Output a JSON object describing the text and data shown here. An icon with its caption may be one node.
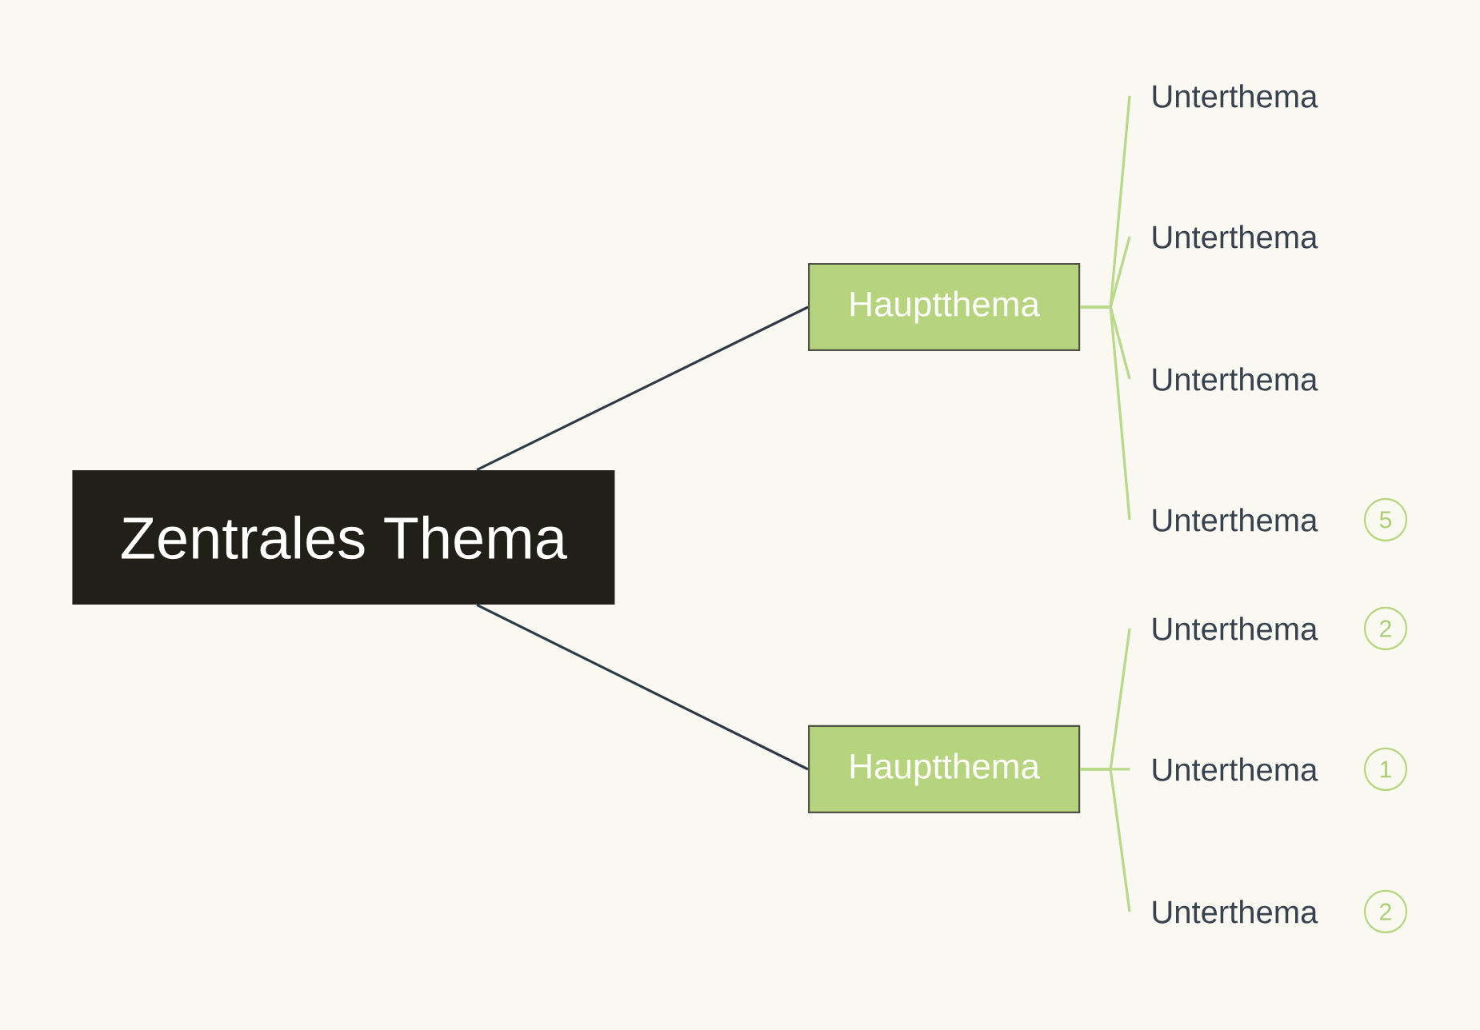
{
  "diagram": {
    "nodes": [
      {
        "text": [
          "Zentrales Thema"
        ]
      },
      {
        "text": [
          "Hauptthema"
        ]
      },
      {
        "text": [
          "Hauptthema"
        ]
      },
      {
        "text": [
          "Unterthema"
        ]
      },
      {
        "text": [
          "Unterthema"
        ]
      },
      {
        "text": [
          "Unterthema"
        ]
      },
      {
        "text": [
          "Unterthema"
        ],
        "beside": [
          "5"
        ]
      },
      {
        "text": [
          "Unterthema"
        ],
        "beside": [
          "2"
        ]
      },
      {
        "text": [
          "Unterthema"
        ],
        "beside": [
          "1"
        ]
      },
      {
        "text": [
          "Unterthema"
        ],
        "beside": [
          "2"
        ]
      }
    ],
    "edges": [
      {
        "from": 0,
        "to": 1,
        "arrow": "none",
        "color": "#2f3a47"
      },
      {
        "from": 0,
        "to": 2,
        "arrow": "none",
        "color": "#2f3a47"
      },
      {
        "from": 1,
        "to": 3,
        "arrow": "none"
      },
      {
        "from": 1,
        "to": 4,
        "arrow": "none"
      },
      {
        "from": 1,
        "to": 5,
        "arrow": "none"
      },
      {
        "from": 1,
        "to": 6,
        "arrow": "none"
      },
      {
        "from": 2,
        "to": 7,
        "arrow": "none"
      },
      {
        "from": 2,
        "to": 8,
        "arrow": "none"
      },
      {
        "from": 2,
        "to": 9,
        "arrow": "none"
      }
    ]
  }
}
